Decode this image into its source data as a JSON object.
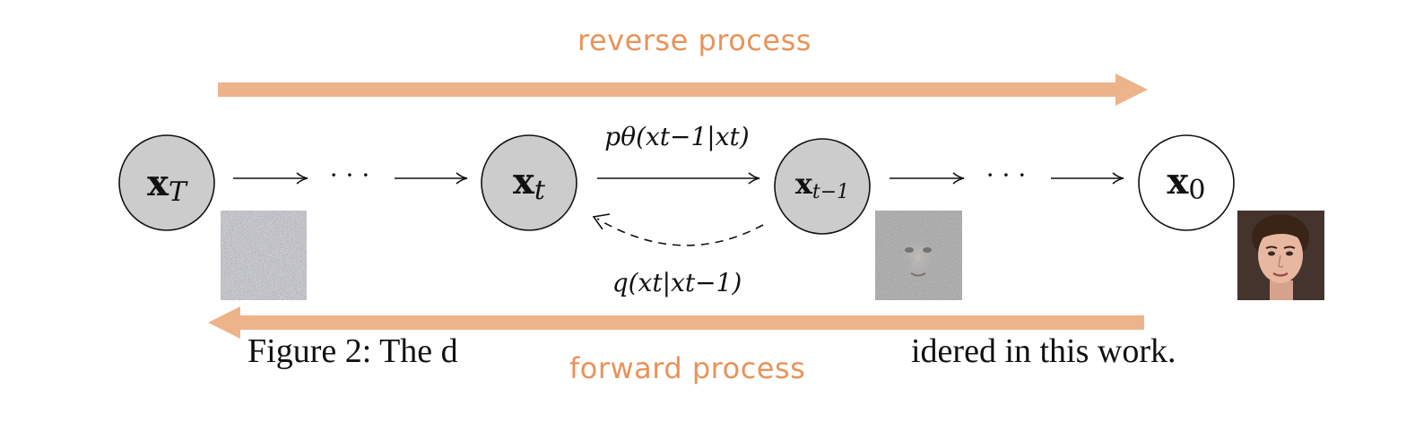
{
  "labels": {
    "reverse": "reverse process",
    "forward": "forward process"
  },
  "caption": {
    "left": "Figure 2: The d",
    "right": "idered in this work."
  },
  "nodes": [
    {
      "id": "xT",
      "base": "x",
      "sub": "T",
      "filled": true
    },
    {
      "id": "xt",
      "base": "x",
      "sub": "t",
      "filled": true
    },
    {
      "id": "xt1",
      "base": "x",
      "sub": "t−1",
      "filled": true
    },
    {
      "id": "x0",
      "base": "x",
      "sub": "0",
      "filled": false
    }
  ],
  "edge_labels": {
    "p_theta": "pθ(xt−1|xt)",
    "q": "q(xt|xt−1)"
  },
  "ellipsis": "· · ·",
  "colors": {
    "accent_orange": "#E8935A",
    "arrow_orange": "#EDB48B",
    "node_gray": "#CCCCCC",
    "ink": "#111111"
  },
  "icons": {
    "noise_image": "pure-noise-image",
    "partial_image": "partially-denoised-face-image",
    "face_image": "clean-face-image"
  }
}
